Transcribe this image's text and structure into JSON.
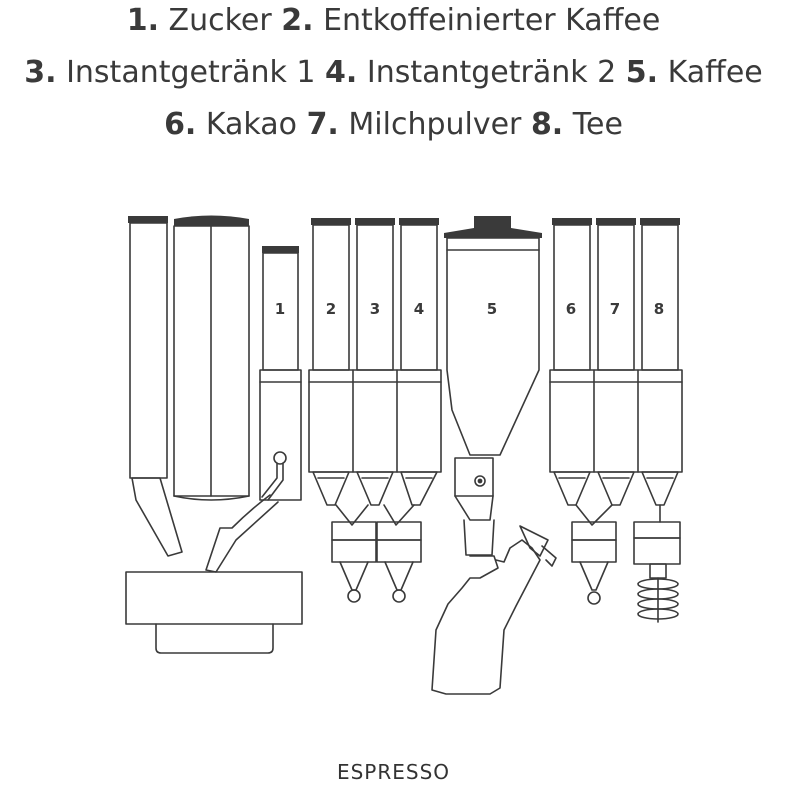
{
  "legend": [
    {
      "num": "1.",
      "label": "Zucker"
    },
    {
      "num": "2.",
      "label": "Entkoffeinierter Kaffee"
    },
    {
      "num": "3.",
      "label": "Instantgetränk 1"
    },
    {
      "num": "4.",
      "label": "Instantgetränk 2"
    },
    {
      "num": "5.",
      "label": "Kaffee"
    },
    {
      "num": "6.",
      "label": "Kakao"
    },
    {
      "num": "7.",
      "label": "Milchpulver"
    },
    {
      "num": "8.",
      "label": "Tee"
    }
  ],
  "canisters": {
    "c1": "1",
    "c2": "2",
    "c3": "3",
    "c4": "4",
    "c5": "5",
    "c6": "6",
    "c7": "7",
    "c8": "8"
  },
  "footer": "ESPRESSO",
  "colors": {
    "line": "#3a3a3a",
    "lid": "#3a3a3a"
  }
}
